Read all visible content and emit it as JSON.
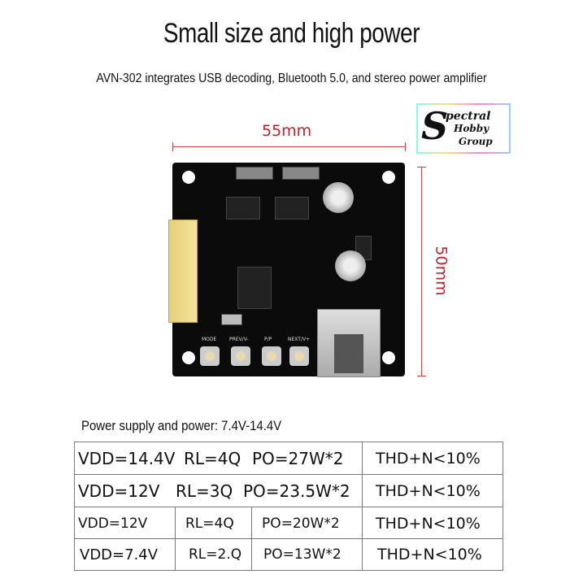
{
  "header": {
    "title": "Small size and high power",
    "subtitle": "AVN-302 integrates USB decoding, Bluetooth 5.0, and stereo power amplifier"
  },
  "dimensions": {
    "width": "55mm",
    "height": "50mm"
  },
  "logo": {
    "text": "Spectral Hobby Group"
  },
  "board": {
    "buttons": [
      "MODE",
      "PREV/V-",
      "P/P",
      "NEXT/V+"
    ]
  },
  "spec": {
    "title": "Power supply and power: 7.4V-14.4V",
    "rows": [
      {
        "vdd": "VDD=14.4V",
        "rl": "RL=4Q",
        "po": "PO=27W*2",
        "thd": "THD+N<10%"
      },
      {
        "vdd": "VDD=12V",
        "rl": "RL=3Q",
        "po": "PO=23.5W*2",
        "thd": "THD+N<10%"
      },
      {
        "vdd": "VDD=12V",
        "rl": "RL=4Q",
        "po": "PO=20W*2",
        "thd": "THD+N<10%"
      },
      {
        "vdd": "VDD=7.4V",
        "rl": "RL=2.Q",
        "po": "PO=13W*2",
        "thd": "THD+N<10%"
      }
    ]
  }
}
